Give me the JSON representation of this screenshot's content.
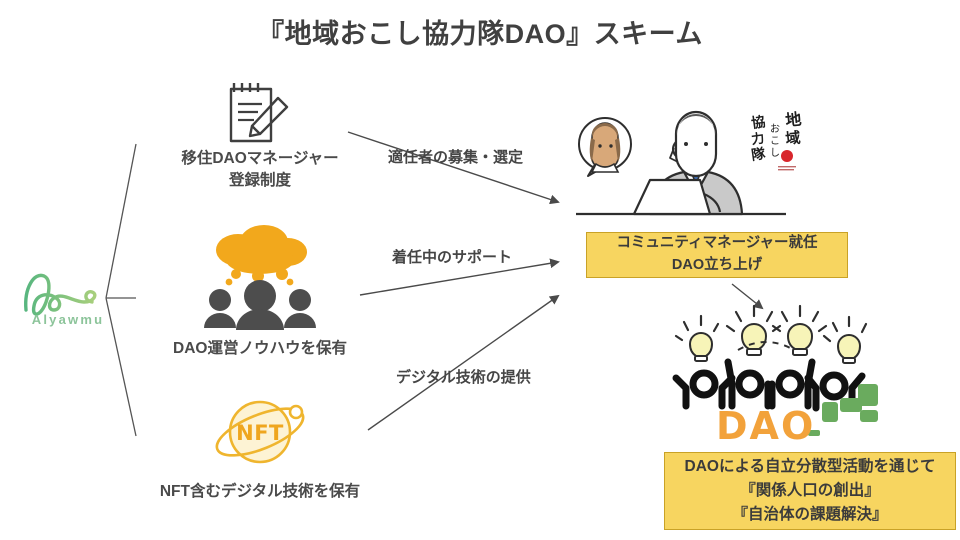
{
  "page": {
    "title": "『地域おこし協力隊DAO』スキーム",
    "background_color": "#ffffff"
  },
  "brand": {
    "name": "Alyawmu",
    "color": "#8cc49a",
    "icon": "alyawmu-script-logo"
  },
  "left_items": [
    {
      "id": "item-1",
      "icon": "notepad-pencil-icon",
      "label_line1": "移住DAOマネージャー",
      "label_line2": "登録制度"
    },
    {
      "id": "item-2",
      "icon": "people-thought-cloud-icon",
      "label_line1": "DAO運営ノウハウを保有",
      "label_line2": ""
    },
    {
      "id": "item-3",
      "icon": "nft-planet-coin-icon",
      "label_line1": "NFT含むデジタル技術を保有",
      "label_line2": ""
    }
  ],
  "arrows": [
    {
      "id": "arrow-1",
      "label": "適任者の募集・選定"
    },
    {
      "id": "arrow-2",
      "label": "着任中のサポート"
    },
    {
      "id": "arrow-3",
      "label": "デジタル技術の提供"
    }
  ],
  "right_illustrations": {
    "top": {
      "icon": "person-at-laptop-with-headset-illustration",
      "avatar_icon": "woman-avatar-circle-icon",
      "brand_calligraphy": "地域おこし協力隊",
      "sun_color": "#d8262c"
    },
    "bottom": {
      "icon": "four-people-with-lightbulbs-illustration",
      "word": "DAO",
      "word_color": "#f2a23b",
      "bulb_color": "#f7f4b8",
      "block_color": "#6aab5e"
    }
  },
  "callouts": [
    {
      "id": "callout-top",
      "line1": "コミュニティマネージャー就任",
      "line2": "DAO立ち上げ",
      "fill": "#f7d560",
      "border": "#c9a227"
    },
    {
      "id": "callout-bottom",
      "line1": "DAOによる自立分散型活動を通じて",
      "line2": "『関係人口の創出』",
      "line3": "『自治体の課題解決』",
      "fill": "#f7d560",
      "border": "#c9a227"
    }
  ],
  "connectors": {
    "bracket_icon": "three-prong-bracket",
    "down_arrow_icon": "down-right-arrow"
  }
}
